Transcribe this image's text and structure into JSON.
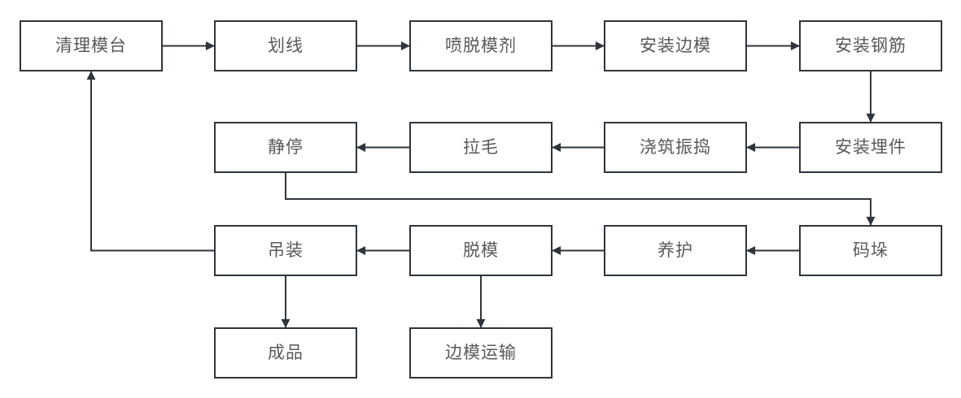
{
  "diagram": {
    "background": "#ffffff",
    "box": {
      "fill": "#ffffff",
      "border_color": "#2f353b",
      "text_color": "#595959"
    },
    "arrow_color": "#2f353b",
    "nodes": [
      {
        "id": "clean-platform",
        "label": "清理模台",
        "col": 0,
        "row": 0
      },
      {
        "id": "marking",
        "label": "划线",
        "col": 1,
        "row": 0
      },
      {
        "id": "spray-release-agent",
        "label": "喷脱模剂",
        "col": 2,
        "row": 0
      },
      {
        "id": "install-side-mold",
        "label": "安装边模",
        "col": 3,
        "row": 0
      },
      {
        "id": "install-rebar",
        "label": "安装钢筋",
        "col": 4,
        "row": 0
      },
      {
        "id": "resting",
        "label": "静停",
        "col": 1,
        "row": 1
      },
      {
        "id": "roughening",
        "label": "拉毛",
        "col": 2,
        "row": 1
      },
      {
        "id": "pour-vibrate",
        "label": "浇筑振捣",
        "col": 3,
        "row": 1
      },
      {
        "id": "install-embeds",
        "label": "安装埋件",
        "col": 4,
        "row": 1
      },
      {
        "id": "hoisting",
        "label": "吊装",
        "col": 1,
        "row": 2
      },
      {
        "id": "demolding",
        "label": "脱模",
        "col": 2,
        "row": 2
      },
      {
        "id": "curing",
        "label": "养护",
        "col": 3,
        "row": 2
      },
      {
        "id": "stacking",
        "label": "码垛",
        "col": 4,
        "row": 2
      },
      {
        "id": "finished-product",
        "label": "成品",
        "col": 1,
        "row": 3
      },
      {
        "id": "side-mold-transport",
        "label": "边模运输",
        "col": 2,
        "row": 3
      }
    ],
    "edges": [
      {
        "from": "clean-platform",
        "to": "marking",
        "dir": "right"
      },
      {
        "from": "marking",
        "to": "spray-release-agent",
        "dir": "right"
      },
      {
        "from": "spray-release-agent",
        "to": "install-side-mold",
        "dir": "right"
      },
      {
        "from": "install-side-mold",
        "to": "install-rebar",
        "dir": "right"
      },
      {
        "from": "install-rebar",
        "to": "install-embeds",
        "dir": "down"
      },
      {
        "from": "install-embeds",
        "to": "pour-vibrate",
        "dir": "left"
      },
      {
        "from": "pour-vibrate",
        "to": "roughening",
        "dir": "left"
      },
      {
        "from": "roughening",
        "to": "resting",
        "dir": "left"
      },
      {
        "from": "resting",
        "to": "stacking",
        "dir": "down-right-down"
      },
      {
        "from": "stacking",
        "to": "curing",
        "dir": "left"
      },
      {
        "from": "curing",
        "to": "demolding",
        "dir": "left"
      },
      {
        "from": "demolding",
        "to": "hoisting",
        "dir": "left"
      },
      {
        "from": "hoisting",
        "to": "clean-platform",
        "dir": "left-up"
      },
      {
        "from": "hoisting",
        "to": "finished-product",
        "dir": "down"
      },
      {
        "from": "demolding",
        "to": "side-mold-transport",
        "dir": "down"
      }
    ]
  }
}
